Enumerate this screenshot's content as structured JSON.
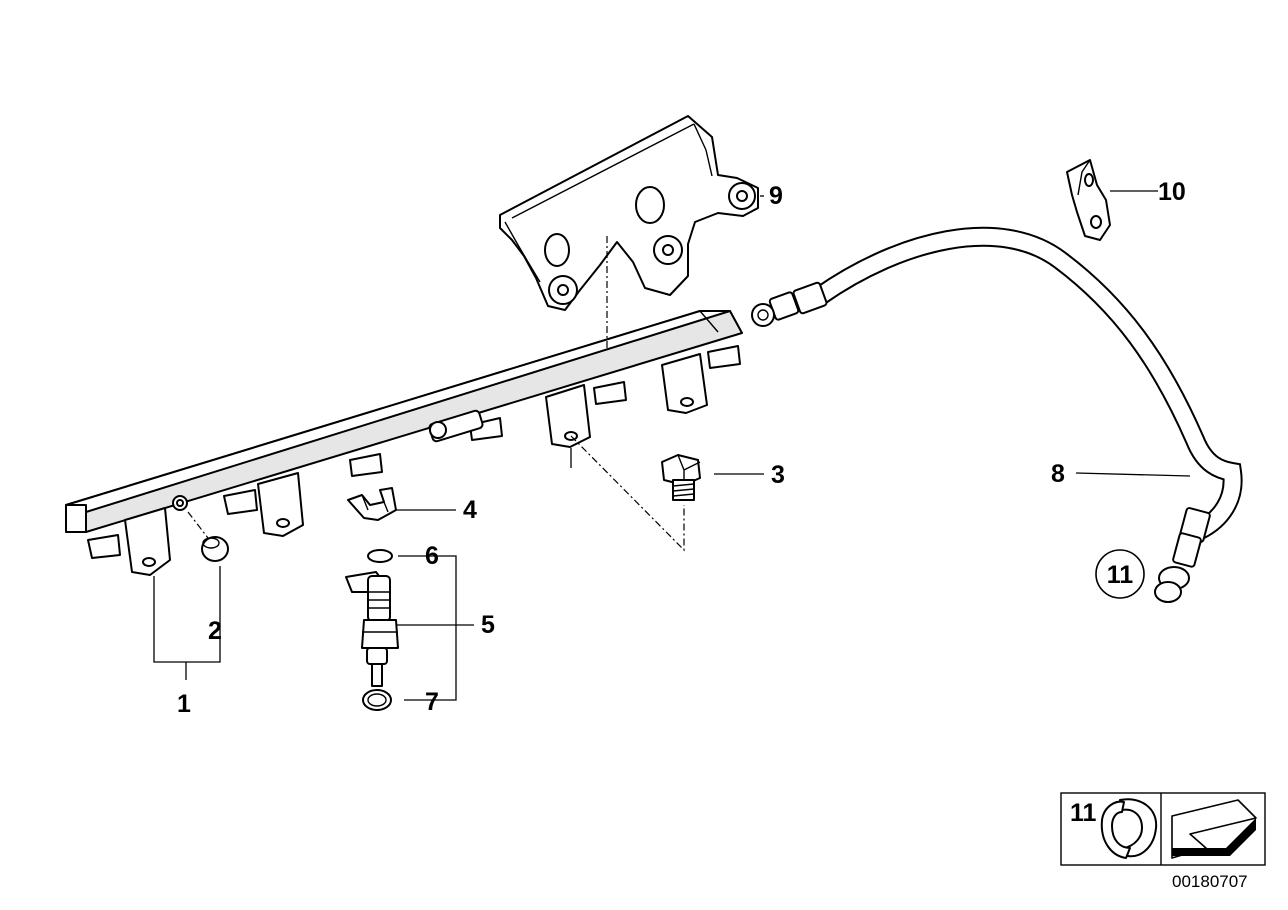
{
  "callouts": {
    "c1": "1",
    "c2": "2",
    "c3": "3",
    "c4": "4",
    "c5": "5",
    "c6": "6",
    "c7": "7",
    "c8": "8",
    "c9": "9",
    "c10": "10",
    "c11": "11",
    "c11_legend": "11"
  },
  "diagram_code": "00180707"
}
